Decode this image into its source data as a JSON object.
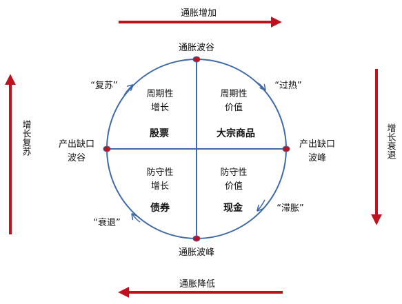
{
  "arrows": {
    "top": "通胀增加",
    "bottom": "通胀降低",
    "left": "增长复苏",
    "right": "增长衰退"
  },
  "nodes": {
    "top": "通胀波谷",
    "bottom": "通胀波峰",
    "left_line1": "产出缺口",
    "left_line2": "波谷",
    "right_line1": "产出缺口",
    "right_line2": "波峰"
  },
  "phases": {
    "recovery": "“复苏”",
    "overheat": "“过热”",
    "stagflation": "“滞胀”",
    "recession": "“衰退”"
  },
  "quadrants": {
    "top_left": {
      "line1": "周期性",
      "line2": "增长",
      "asset": "股票"
    },
    "top_right": {
      "line1": "周期性",
      "line2": "价值",
      "asset": "大宗商品"
    },
    "bottom_left": {
      "line1": "防守性",
      "line2": "增长",
      "asset": "债券"
    },
    "bottom_right": {
      "line1": "防守性",
      "line2": "价值",
      "asset": "现金"
    }
  },
  "colors": {
    "arrow": "#c0111f",
    "circle": "#3f6aa6",
    "node": "#c0111f"
  }
}
